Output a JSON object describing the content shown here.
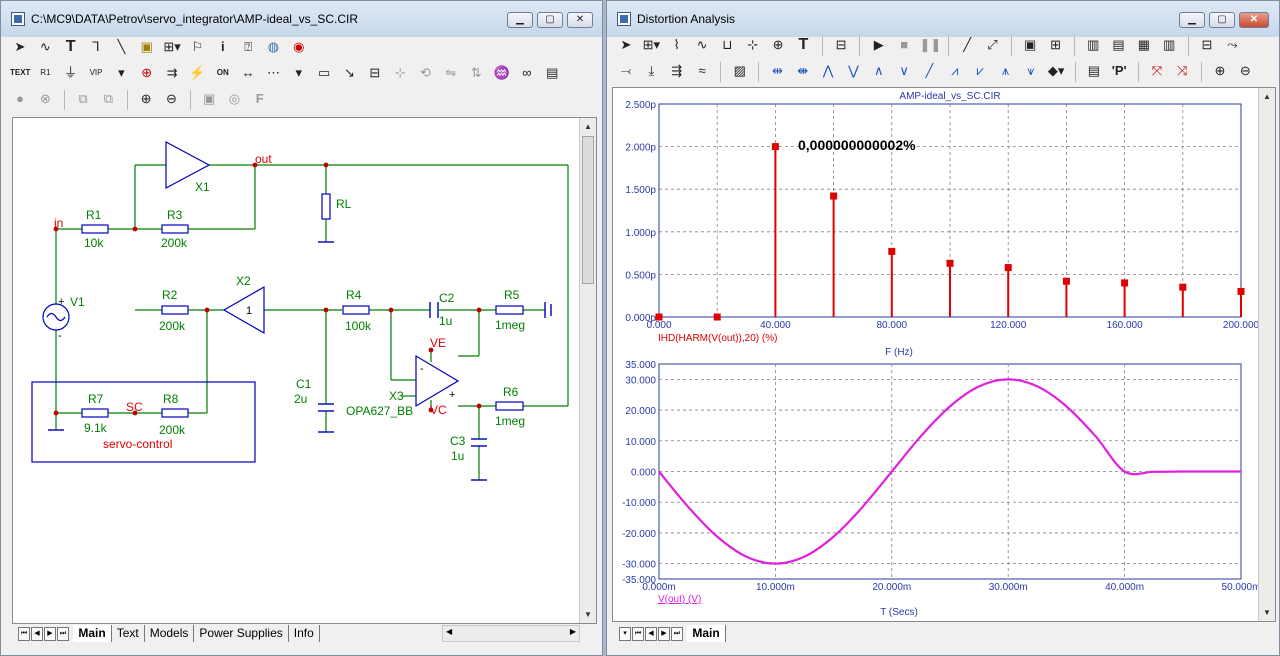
{
  "left_window": {
    "title": "C:\\MC9\\DATA\\Petrov\\servo_integrator\\AMP-ideal_vs_SC.CIR",
    "tabs": [
      "Main",
      "Text",
      "Models",
      "Power Supplies",
      "Info"
    ],
    "active_tab": "Main",
    "toolbar1": [
      "select-arrow",
      "wire-wave",
      "text-T",
      "wire-step",
      "diagonal-wire",
      "flag",
      "component-dropdown",
      "pin",
      "info-i",
      "help-cursor",
      "globe",
      "record"
    ],
    "toolbar2": [
      "TEXT",
      "R1",
      "node-pin",
      "VIP",
      "dropdown",
      "probe",
      "bus",
      "toggle",
      "ON",
      "line",
      "grid-dots",
      "dropdown",
      "window",
      "arrow-key",
      "properties",
      "stepping",
      "rotate",
      "flip",
      "mirror",
      "find",
      "binoculars",
      "notes"
    ],
    "toolbar3": [
      "stop-circle",
      "cancel-circle",
      "copy",
      "paste",
      "zoom-in",
      "zoom-out",
      "camera",
      "target",
      "font-F"
    ],
    "schematic": {
      "nodes": {
        "in": "in",
        "out": "out",
        "sc": "SC",
        "ve": "VE",
        "vc": "VC"
      },
      "parts": {
        "R1": {
          "name": "R1",
          "value": "10k"
        },
        "R3": {
          "name": "R3",
          "value": "200k"
        },
        "X1": {
          "name": "X1"
        },
        "RL": {
          "name": "RL"
        },
        "V1": {
          "name": "V1"
        },
        "R2": {
          "name": "R2",
          "value": "200k"
        },
        "X2": {
          "name": "X2",
          "gain": "1"
        },
        "R4": {
          "name": "R4",
          "value": "100k"
        },
        "C2": {
          "name": "C2",
          "value": "1u"
        },
        "R5": {
          "name": "R5",
          "value": "1meg"
        },
        "C1": {
          "name": "C1",
          "value": "2u"
        },
        "X3": {
          "name": "X3",
          "model": "OPA627_BB"
        },
        "R6": {
          "name": "R6",
          "value": "1meg"
        },
        "C3": {
          "name": "C3",
          "value": "1u"
        },
        "R7": {
          "name": "R7",
          "value": "9.1k"
        },
        "R8": {
          "name": "R8",
          "value": "200k"
        }
      },
      "box_label": "servo-control",
      "v1_plus": "+",
      "v1_minus": "-",
      "op_minus": "-",
      "op_plus": "+"
    }
  },
  "right_window": {
    "title": "Distortion Analysis",
    "tabs": [
      "Main"
    ],
    "active_tab": "Main",
    "toolbar1": [
      "select-arrow",
      "component-dropdown",
      "scope",
      "wave",
      "bracket",
      "stepping",
      "probe",
      "text-T",
      "properties",
      "run",
      "stop",
      "pause",
      "line",
      "diagonal",
      "window",
      "grid",
      "grid-lines-1",
      "grid-lines-2",
      "grid-lines-3",
      "grid-lines-4",
      "minor-grid",
      "cursor-lines"
    ],
    "toolbar2": [
      "cursor-left",
      "cursor-down",
      "cursor-mode",
      "wave-edit",
      "scale",
      "horizontal-cursor",
      "peak",
      "valley",
      "high",
      "low",
      "inflection",
      "slope",
      "global-high",
      "global-low",
      "top",
      "bottom",
      "color",
      "table",
      "P-label",
      "x-axis",
      "y-axis",
      "zoom-in",
      "zoom-out",
      "target",
      "font-F"
    ],
    "plot1": {
      "title": "AMP-ideal_vs_SC.CIR",
      "annotation": "0,000000000002%",
      "y_ticks": [
        "2.500p",
        "2.000p",
        "1.500p",
        "1.000p",
        "0.500p",
        "0.000p"
      ],
      "x_ticks": [
        "0.000",
        "40.000",
        "80.000",
        "120.000",
        "160.000",
        "200.000"
      ],
      "legend": "IHD(HARM(V(out)),20) (%)",
      "xlabel": "F (Hz)",
      "color": "#e00000"
    },
    "plot2": {
      "y_ticks": [
        "35.000",
        "30.000",
        "20.000",
        "10.000",
        "0.000",
        "-10.000",
        "-20.000",
        "-30.000",
        "-35.000"
      ],
      "x_ticks": [
        "0.000m",
        "10.000m",
        "20.000m",
        "30.000m",
        "40.000m",
        "50.000m"
      ],
      "legend": "V(out) (V)",
      "xlabel": "T (Secs)",
      "color": "#e020e0"
    }
  },
  "chart_data": [
    {
      "type": "bar",
      "title": "AMP-ideal_vs_SC.CIR",
      "xlabel": "F (Hz)",
      "ylabel": "IHD(HARM(V(out)),20) (%)",
      "x": [
        0,
        20,
        40,
        60,
        80,
        100,
        120,
        140,
        160,
        180,
        200
      ],
      "values": [
        0.0,
        0.0,
        2.0,
        1.42,
        0.77,
        0.63,
        0.58,
        0.42,
        0.4,
        0.35,
        0.3
      ],
      "value_unit": "p",
      "xlim": [
        0,
        200
      ],
      "ylim": [
        0,
        2.5
      ],
      "grid": true
    },
    {
      "type": "line",
      "xlabel": "T (Secs)",
      "ylabel": "V(out) (V)",
      "x": [
        0,
        2.5,
        5,
        7.5,
        10,
        12.5,
        15,
        17.5,
        20,
        22.5,
        25,
        27.5,
        30,
        32.5,
        35,
        37.5,
        40,
        42.5,
        45,
        47.5,
        50
      ],
      "x_unit": "m",
      "y": [
        0,
        -11.5,
        -21.2,
        -27.7,
        -30,
        -27.7,
        -21.2,
        -11.5,
        0,
        11.5,
        21.2,
        27.7,
        30,
        27.7,
        21.2,
        11.5,
        0,
        -0.1,
        0,
        0,
        0
      ],
      "xlim": [
        0,
        50
      ],
      "ylim": [
        -35,
        35
      ],
      "grid": true
    }
  ]
}
